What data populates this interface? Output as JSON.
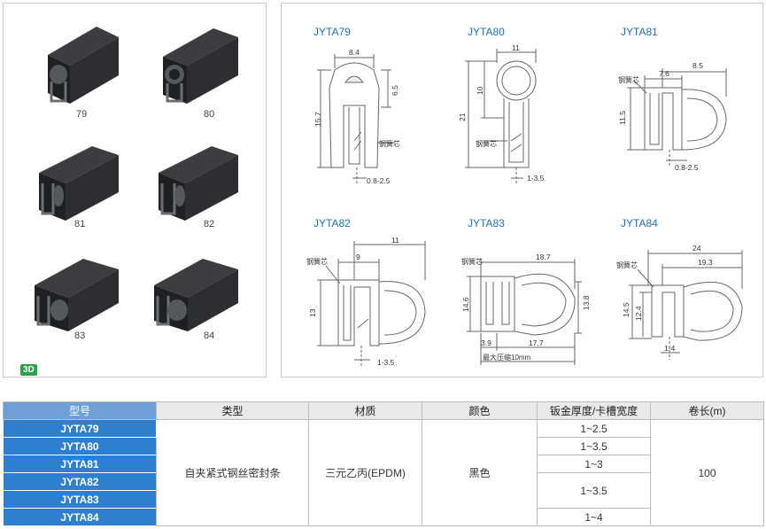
{
  "panel_3d": {
    "labels": [
      "79",
      "80",
      "81",
      "82",
      "83",
      "84"
    ],
    "badge": "3D"
  },
  "drawings": {
    "titles": [
      "JYTA79",
      "JYTA80",
      "JYTA81",
      "JYTA82",
      "JYTA83",
      "JYTA84"
    ],
    "jyta79": {
      "width": "8.4",
      "d1": "6.5",
      "height": "15.7",
      "range": "0.8-2.5",
      "core": "钢簧芯"
    },
    "jyta80": {
      "width": "11",
      "d1": "10",
      "height": "21",
      "range": "1-3.5",
      "core": "钢簧芯"
    },
    "jyta81": {
      "width": "8.5",
      "inner": "7.6",
      "height": "11.5",
      "range": "0.8-2.5",
      "core": "钢簧芯"
    },
    "jyta82": {
      "width": "11",
      "inner": "9",
      "height": "13",
      "range": "1-3.5",
      "core": "钢簧芯"
    },
    "jyta83": {
      "width": "18.7",
      "h_left": "14.6",
      "h_right": "13.8",
      "bottom_left": "3.9",
      "bottom_right": "17.7",
      "compress": "最大压缩10mm",
      "core": "钢簧芯"
    },
    "jyta84": {
      "width": "24",
      "inner": "19.3",
      "h_outer": "14.5",
      "h_inner": "12.4",
      "range": "1-4",
      "core": "钢簧芯"
    }
  },
  "table": {
    "headers": [
      "型号",
      "类型",
      "材质",
      "颜色",
      "钣金厚度/卡槽宽度",
      "卷长(m)"
    ],
    "models": [
      "JYTA79",
      "JYTA80",
      "JYTA81",
      "JYTA82",
      "JYTA83",
      "JYTA84"
    ],
    "type": "自夹紧式钢丝密封条",
    "material": "三元乙丙(EPDM)",
    "color": "黑色",
    "thickness": [
      "1~2.5",
      "1~3.5",
      "1~3",
      "1~3.5",
      "1~4"
    ],
    "roll_length": "100"
  },
  "colors": {
    "accent": "#2f7fd0",
    "badge": "#2aa24a",
    "title": "#1e6fc0"
  }
}
